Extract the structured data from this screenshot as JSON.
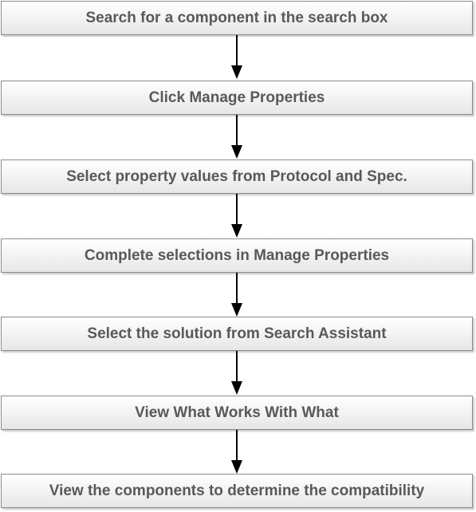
{
  "steps": [
    {
      "label": "Search for a component in the search box"
    },
    {
      "label": "Click Manage Properties"
    },
    {
      "label": "Select property values from Protocol and Spec."
    },
    {
      "label": "Complete selections in Manage Properties"
    },
    {
      "label": "Select the solution from Search Assistant"
    },
    {
      "label": "View What Works With What"
    },
    {
      "label": "View the components to determine the compatibility"
    }
  ]
}
